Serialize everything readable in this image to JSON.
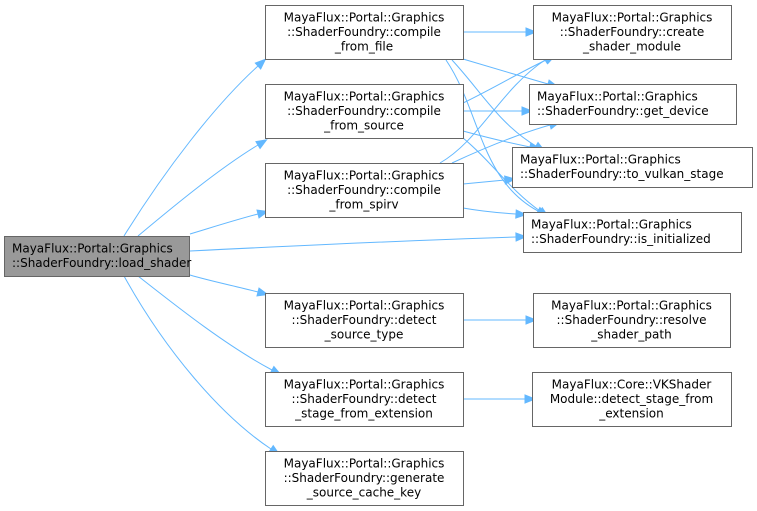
{
  "diagram": {
    "type": "call-graph",
    "colors": {
      "root_fill": "#999999",
      "node_fill": "#ffffff",
      "node_border": "#666666",
      "edge": "#63b8ff"
    },
    "nodes": [
      {
        "id": "load_shader",
        "lines": [
          "MayaFlux::Portal::Graphics",
          "::ShaderFoundry::load_shader"
        ],
        "root": true,
        "align": "left"
      },
      {
        "id": "compile_from_file",
        "lines": [
          "MayaFlux::Portal::Graphics",
          "::ShaderFoundry::compile",
          "_from_file"
        ]
      },
      {
        "id": "compile_from_source",
        "lines": [
          "MayaFlux::Portal::Graphics",
          "::ShaderFoundry::compile",
          "_from_source"
        ]
      },
      {
        "id": "compile_from_spirv",
        "lines": [
          "MayaFlux::Portal::Graphics",
          "::ShaderFoundry::compile",
          "_from_spirv"
        ]
      },
      {
        "id": "detect_source_type",
        "lines": [
          "MayaFlux::Portal::Graphics",
          "::ShaderFoundry::detect",
          "_source_type"
        ]
      },
      {
        "id": "detect_stage_from_extension",
        "lines": [
          "MayaFlux::Portal::Graphics",
          "::ShaderFoundry::detect",
          "_stage_from_extension"
        ]
      },
      {
        "id": "generate_source_cache_key",
        "lines": [
          "MayaFlux::Portal::Graphics",
          "::ShaderFoundry::generate",
          "_source_cache_key"
        ]
      },
      {
        "id": "create_shader_module",
        "lines": [
          "MayaFlux::Portal::Graphics",
          "::ShaderFoundry::create",
          "_shader_module"
        ]
      },
      {
        "id": "get_device",
        "lines": [
          "MayaFlux::Portal::Graphics",
          "::ShaderFoundry::get_device"
        ],
        "align": "left"
      },
      {
        "id": "to_vulkan_stage",
        "lines": [
          "MayaFlux::Portal::Graphics",
          "::ShaderFoundry::to_vulkan_stage"
        ],
        "align": "left"
      },
      {
        "id": "is_initialized",
        "lines": [
          "MayaFlux::Portal::Graphics",
          "::ShaderFoundry::is_initialized"
        ],
        "align": "left"
      },
      {
        "id": "resolve_shader_path",
        "lines": [
          "MayaFlux::Portal::Graphics",
          "::ShaderFoundry::resolve",
          "_shader_path"
        ]
      },
      {
        "id": "vkshader_detect_stage_from_extension",
        "lines": [
          "MayaFlux::Core::VKShader",
          "Module::detect_stage_from",
          "_extension"
        ]
      }
    ],
    "edges": [
      {
        "from": "load_shader",
        "to": "compile_from_file"
      },
      {
        "from": "load_shader",
        "to": "compile_from_source"
      },
      {
        "from": "load_shader",
        "to": "compile_from_spirv"
      },
      {
        "from": "load_shader",
        "to": "is_initialized"
      },
      {
        "from": "load_shader",
        "to": "detect_source_type"
      },
      {
        "from": "load_shader",
        "to": "detect_stage_from_extension"
      },
      {
        "from": "load_shader",
        "to": "generate_source_cache_key"
      },
      {
        "from": "compile_from_file",
        "to": "create_shader_module"
      },
      {
        "from": "compile_from_file",
        "to": "get_device"
      },
      {
        "from": "compile_from_file",
        "to": "to_vulkan_stage"
      },
      {
        "from": "compile_from_file",
        "to": "is_initialized"
      },
      {
        "from": "compile_from_source",
        "to": "create_shader_module"
      },
      {
        "from": "compile_from_source",
        "to": "get_device"
      },
      {
        "from": "compile_from_source",
        "to": "to_vulkan_stage"
      },
      {
        "from": "compile_from_source",
        "to": "is_initialized"
      },
      {
        "from": "compile_from_spirv",
        "to": "create_shader_module"
      },
      {
        "from": "compile_from_spirv",
        "to": "get_device"
      },
      {
        "from": "compile_from_spirv",
        "to": "to_vulkan_stage"
      },
      {
        "from": "compile_from_spirv",
        "to": "is_initialized"
      },
      {
        "from": "detect_source_type",
        "to": "resolve_shader_path"
      },
      {
        "from": "detect_stage_from_extension",
        "to": "vkshader_detect_stage_from_extension"
      }
    ]
  }
}
